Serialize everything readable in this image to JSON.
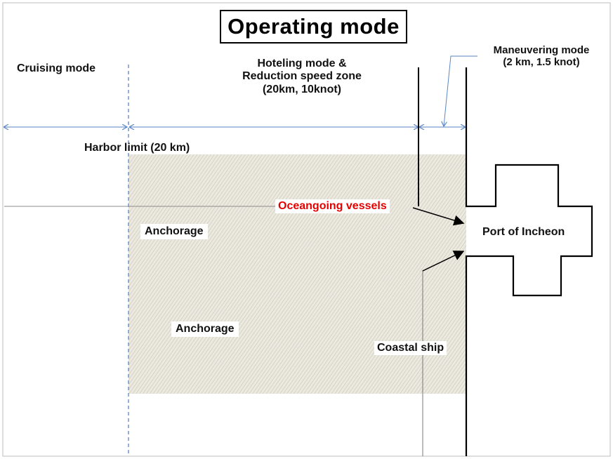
{
  "title": "Operating mode",
  "zones": {
    "cruising": "Cruising mode",
    "hoteling_line1": "Hoteling mode &",
    "hoteling_line2": "Reduction speed zone",
    "hoteling_line3": "(20km, 10knot)",
    "maneuvering_line1": "Maneuvering mode",
    "maneuvering_line2": "(2 km, 1.5 knot)"
  },
  "labels": {
    "harbor_limit": "Harbor limit (20 km)",
    "oceangoing": "Oceangoing vessels",
    "anchorage_1": "Anchorage",
    "anchorage_2": "Anchorage",
    "port": "Port of Incheon",
    "coastal": "Coastal ship"
  },
  "colors": {
    "oceangoing_text": "#e60000",
    "boundary_arrows": "#5b86c4",
    "anchorage_fill": "#d9d6c8"
  }
}
